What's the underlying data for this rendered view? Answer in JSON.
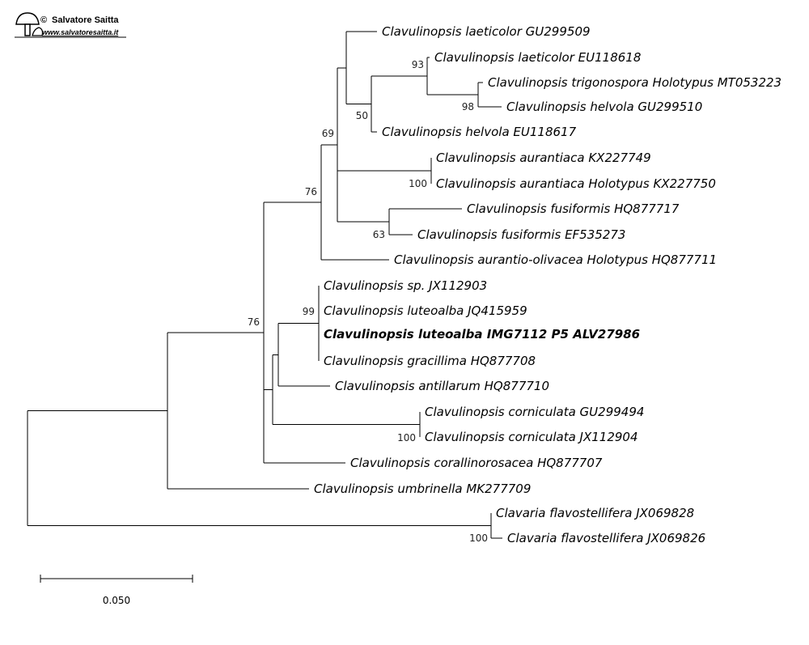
{
  "watermark": {
    "copyright_symbol": "©",
    "author": "Salvatore Saitta",
    "url": "www.salvatoresaitta.it",
    "icon": "mushroom-icon"
  },
  "taxa": [
    {
      "id": "t1",
      "label": "Clavulinopsis laeticolor GU299509",
      "bold": false
    },
    {
      "id": "t2",
      "label": "Clavulinopsis laeticolor EU118618",
      "bold": false
    },
    {
      "id": "t3",
      "label": "Clavulinopsis trigonospora Holotypus MT053223",
      "bold": false
    },
    {
      "id": "t4",
      "label": "Clavulinopsis helvola GU299510",
      "bold": false
    },
    {
      "id": "t5",
      "label": "Clavulinopsis helvola EU118617",
      "bold": false
    },
    {
      "id": "t6",
      "label": "Clavulinopsis aurantiaca KX227749",
      "bold": false
    },
    {
      "id": "t7",
      "label": "Clavulinopsis aurantiaca Holotypus KX227750",
      "bold": false
    },
    {
      "id": "t8",
      "label": "Clavulinopsis fusiformis HQ877717",
      "bold": false
    },
    {
      "id": "t9",
      "label": "Clavulinopsis fusiformis EF535273",
      "bold": false
    },
    {
      "id": "t10",
      "label": "Clavulinopsis aurantio-olivacea Holotypus HQ877711",
      "bold": false
    },
    {
      "id": "t11",
      "label": "Clavulinopsis sp. JX112903",
      "bold": false
    },
    {
      "id": "t12",
      "label": "Clavulinopsis luteoalba JQ415959",
      "bold": false
    },
    {
      "id": "t13",
      "label": "Clavulinopsis luteoalba IMG7112 P5 ALV27986",
      "bold": true
    },
    {
      "id": "t14",
      "label": "Clavulinopsis gracillima HQ877708",
      "bold": false
    },
    {
      "id": "t15",
      "label": "Clavulinopsis antillarum HQ877710",
      "bold": false
    },
    {
      "id": "t16",
      "label": "Clavulinopsis corniculata GU299494",
      "bold": false
    },
    {
      "id": "t17",
      "label": "Clavulinopsis corniculata JX112904",
      "bold": false
    },
    {
      "id": "t18",
      "label": "Clavulinopsis corallinorosacea HQ877707",
      "bold": false
    },
    {
      "id": "t19",
      "label": "Clavulinopsis umbrinella MK277709",
      "bold": false
    },
    {
      "id": "t20",
      "label": "Clavaria flavostellifera JX069828",
      "bold": false
    },
    {
      "id": "t21",
      "label": "Clavaria flavostellifera JX069826",
      "bold": false
    }
  ],
  "support_values": [
    {
      "node": "n_laet_trig",
      "value": "93"
    },
    {
      "node": "n_trig_helv",
      "value": "98"
    },
    {
      "node": "n_laet_group",
      "value": "50"
    },
    {
      "node": "n_upper",
      "value": "69"
    },
    {
      "node": "n_aurantiaca",
      "value": "100"
    },
    {
      "node": "n_fusiformis",
      "value": "63"
    },
    {
      "node": "n_clav_main",
      "value": "76"
    },
    {
      "node": "n_luteoalba",
      "value": "99"
    },
    {
      "node": "n_ingroup",
      "value": "76"
    },
    {
      "node": "n_corniculata",
      "value": "100"
    },
    {
      "node": "n_clavaria",
      "value": "100"
    }
  ],
  "scale_bar": {
    "label": "0.050"
  }
}
